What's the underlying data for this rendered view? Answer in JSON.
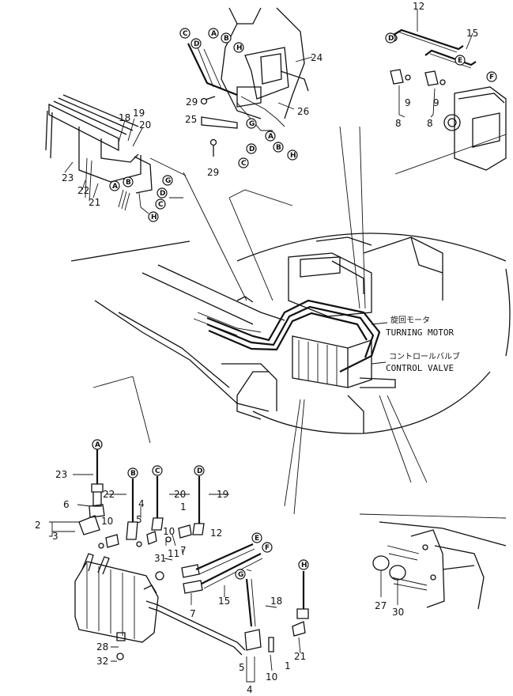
{
  "captions": {
    "turning_motor_jp": "旋回モータ",
    "turning_motor_en": "TURNING MOTOR",
    "control_valve_jp": "コントロールバルブ",
    "control_valve_en": "CONTROL VALVE"
  },
  "callouts": {
    "tl_A": "A",
    "tl_B": "B",
    "tl_C": "C",
    "tl_D": "D",
    "tl_G": "G",
    "tl_H": "H",
    "tc_C": "C",
    "tc_D": "D",
    "tc_A": "A",
    "tc_B": "B",
    "tc_H": "H",
    "tc_G": "G",
    "tc_D2": "D",
    "tc_A2": "A",
    "tc_C2": "C",
    "tc_B2": "B",
    "tc_H2": "H",
    "tr_D": "D",
    "tr_E": "E",
    "tr_F": "F",
    "bl_A": "A",
    "bl_B": "B",
    "bl_C": "C",
    "bl_D": "D",
    "bl_E": "E",
    "bl_F": "F",
    "bl_G": "G",
    "bl_H": "H"
  },
  "part_numbers": {
    "tl_18": "18",
    "tl_19": "19",
    "tl_20": "20",
    "tl_23": "23",
    "tl_22": "22",
    "tl_21": "21",
    "tc_24": "24",
    "tc_29a": "29",
    "tc_25": "25",
    "tc_26": "26",
    "tc_29b": "29",
    "tr_12": "12",
    "tr_15": "15",
    "tr_9a": "9",
    "tr_8a": "8",
    "tr_9b": "9",
    "tr_8b": "8",
    "bl_23": "23",
    "bl_6": "6",
    "bl_2": "2",
    "bl_3": "3",
    "bl_10a": "10",
    "bl_22": "22",
    "bl_4a": "4",
    "bl_5a": "5",
    "bl_20": "20",
    "bl_1a": "1",
    "bl_19": "19",
    "bl_10b": "10",
    "bl_11": "11",
    "bl_7a": "7",
    "bl_12": "12",
    "bl_31": "31",
    "bl_7b": "7",
    "bl_15": "15",
    "bl_18": "18",
    "bl_28": "28",
    "bl_32": "32",
    "bl_5b": "5",
    "bl_4b": "4",
    "bl_10c": "10",
    "bl_1b": "1",
    "bl_21": "21",
    "br_27": "27",
    "br_30": "30"
  }
}
